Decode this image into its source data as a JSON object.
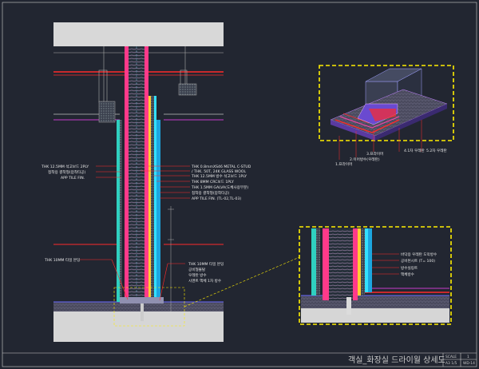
{
  "drawing": {
    "title": "객실_화장실 드라이월 상세도",
    "scale_label": "SCALE",
    "scale_value": "A3 1/5",
    "sheet_index": "1",
    "sheet_code": "WD-14"
  },
  "section_labels_left": [
    "THK 12.5MM 석고보드 2PLY",
    "접착용 결착형(압착타공)",
    "APP TILE FIN."
  ],
  "section_labels_right": [
    "THK 0.8mmXS46 METAL C-STUD",
    "/ THK. 50T, 24K GLASS WOOL",
    "THK 12.5MM 방수 석고보드 1PLY",
    "THK 8MM CRC보드 1PLY",
    "THK 1.5MM GALVA(도체사용부분)",
    "접착용 결착형(압착타공)",
    "APP TILE FIN. (TL-02,TL-03)"
  ],
  "floor_label_left": "THK 10MM 타일 본딩",
  "floor_labels_right": [
    "THK 10MM 타일 본딩",
    "공비형몰탈",
    "우레탄 방수",
    "시멘트 액체 1차 방수"
  ],
  "detail_top_labels": [
    "1.프라이머",
    "2.이어방수(우레탄)",
    "3.프라이머",
    "4.1차 우레탄",
    "5.2차 우레탄"
  ],
  "detail_bottom_labels": [
    "바닥용 우레탄 도막방수",
    "공비된시트 (T= 100)",
    "방수실링트",
    "액체방수"
  ],
  "colors": {
    "background": "#222631",
    "slab": "#d9d9d9",
    "highlight_frame": "#ffee00",
    "leader_red": "#ff2a2a"
  }
}
